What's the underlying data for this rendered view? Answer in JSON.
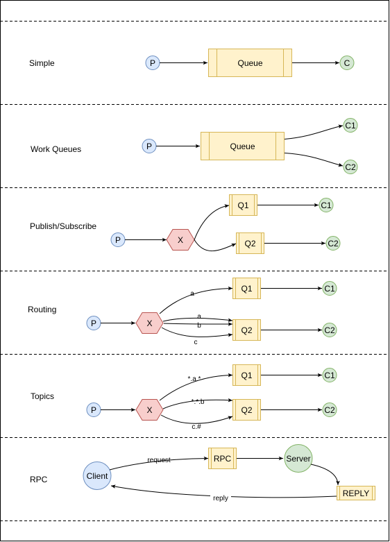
{
  "colors": {
    "producer_fill": "#dae8fc",
    "producer_stroke": "#6c8ebf",
    "consumer_fill": "#d5e8d4",
    "consumer_stroke": "#82b366",
    "queue_fill": "#fff2cc",
    "queue_stroke": "#d6b656",
    "exchange_fill": "#f8cecc",
    "exchange_stroke": "#b85450",
    "line": "#000000"
  },
  "sections": {
    "simple": {
      "title": "Simple",
      "producer": "P",
      "queue": "Queue",
      "consumer": "C"
    },
    "work_queues": {
      "title": "Work Queues",
      "producer": "P",
      "queue": "Queue",
      "consumers": [
        "C1",
        "C2"
      ]
    },
    "publish_subscribe": {
      "title": "Publish/Subscribe",
      "producer": "P",
      "exchange": "X",
      "queues": [
        "Q1",
        "Q2"
      ],
      "consumers": [
        "C1",
        "C2"
      ]
    },
    "routing": {
      "title": "Routing",
      "producer": "P",
      "exchange": "X",
      "queues": [
        "Q1",
        "Q2"
      ],
      "consumers": [
        "C1",
        "C2"
      ],
      "binding_labels": [
        "a",
        "a",
        "b",
        "c"
      ]
    },
    "topics": {
      "title": "Topics",
      "producer": "P",
      "exchange": "X",
      "queues": [
        "Q1",
        "Q2"
      ],
      "consumers": [
        "C1",
        "C2"
      ],
      "binding_labels": [
        "*.a.*",
        "*.*.b",
        "c.#"
      ]
    },
    "rpc": {
      "title": "RPC",
      "client": "Client",
      "rpc_queue": "RPC",
      "server": "Server",
      "reply_queue": "REPLY",
      "request_label": "request",
      "reply_label": "reply"
    }
  }
}
